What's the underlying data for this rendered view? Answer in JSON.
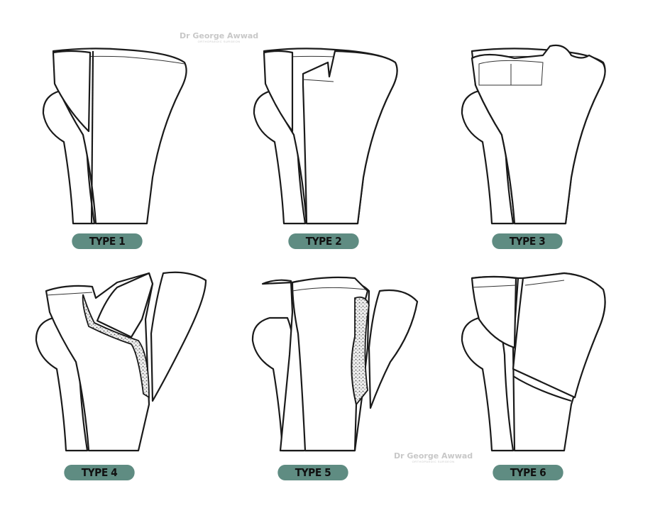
{
  "watermark": {
    "name": "Dr George Awwad",
    "subtitle": "ORTHOPAEDIC SURGEON"
  },
  "panels": [
    {
      "label": "TYPE 1"
    },
    {
      "label": "TYPE 2"
    },
    {
      "label": "TYPE 3"
    },
    {
      "label": "TYPE 4"
    },
    {
      "label": "TYPE 5"
    },
    {
      "label": "TYPE 6"
    }
  ],
  "colors": {
    "label_bg": "#5f8c82",
    "line": "#1a1a1a",
    "fill": "#ffffff"
  }
}
